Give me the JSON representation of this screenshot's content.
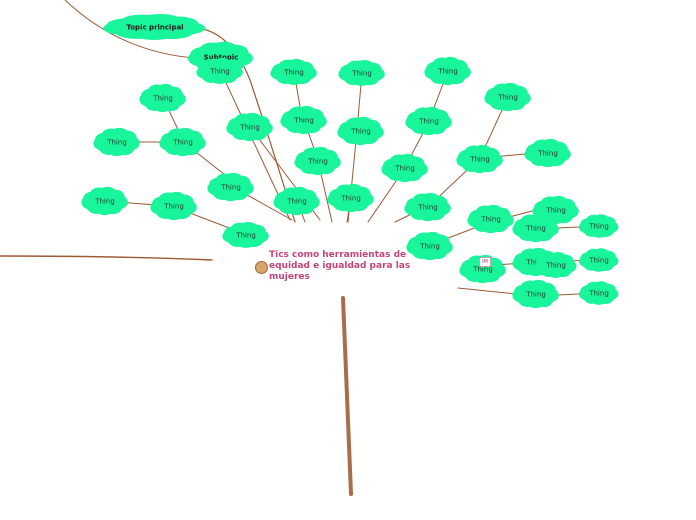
{
  "central_topic": "Tics  como herramientas de equidad  e igualdad para las mujeres",
  "topic_principal": "Topic principal",
  "subtopic": "Subtopic",
  "badge": "IM",
  "node_label": "Thing",
  "colors": {
    "cloud": "#19f59a",
    "cloud_stroke": "#0fd684",
    "branch": "#9b5a35",
    "trunk": "#a86e4a",
    "central_text": "#c2457a"
  }
}
